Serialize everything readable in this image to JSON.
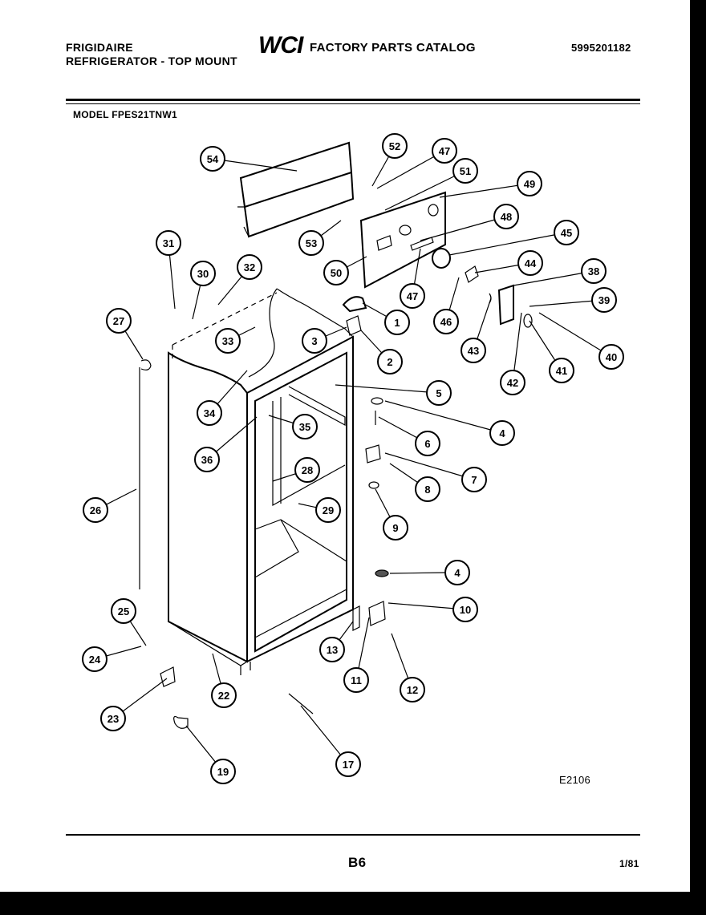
{
  "header": {
    "brand": "FRIGIDAIRE",
    "subtitle": "REFRIGERATOR - TOP MOUNT",
    "logo": "WCI",
    "catalog_title": "FACTORY PARTS CATALOG",
    "catalog_number": "5995201182",
    "model_line": "MODEL  FPES21TNW1"
  },
  "diagram": {
    "drawing_code": "E2106",
    "callouts": [
      "1",
      "2",
      "3",
      "4",
      "4",
      "5",
      "6",
      "7",
      "8",
      "9",
      "10",
      "11",
      "12",
      "13",
      "17",
      "19",
      "22",
      "23",
      "24",
      "25",
      "26",
      "27",
      "28",
      "29",
      "30",
      "31",
      "32",
      "33",
      "34",
      "35",
      "36",
      "38",
      "39",
      "40",
      "41",
      "42",
      "43",
      "44",
      "45",
      "46",
      "47",
      "47",
      "48",
      "49",
      "50",
      "51",
      "52",
      "53",
      "54"
    ]
  },
  "footer": {
    "page": "B6",
    "date": "1/81"
  },
  "colors": {
    "ink": "#000000",
    "paper": "#ffffff",
    "border": "#000000"
  }
}
